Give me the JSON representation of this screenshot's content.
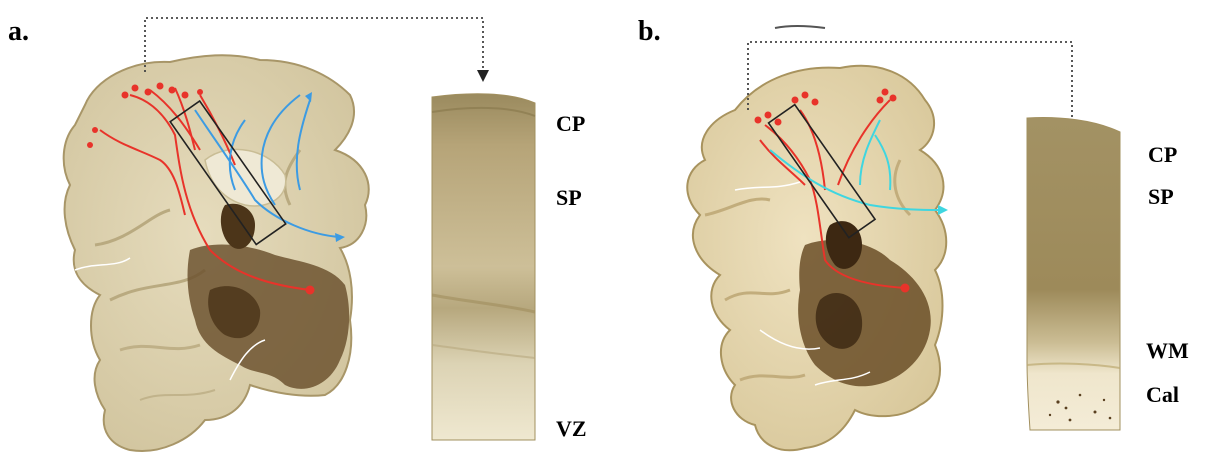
{
  "figure": {
    "panel_a": {
      "label": "a.",
      "strip_labels": [
        "CP",
        "SP",
        "VZ"
      ]
    },
    "panel_b": {
      "label": "b.",
      "strip_labels": [
        "CP",
        "SP",
        "WM",
        "Cal"
      ]
    }
  },
  "colors": {
    "tissue": "#d9ceaa",
    "tissue_edge": "#a89668",
    "strip": "#c8b98c",
    "dark_structure": "#5e4525",
    "callosal_axons_red": "#e8332a",
    "thalamic_axons_blue": "#3c9be3",
    "thalamic_axons_cyan": "#3fd6e0",
    "dotted_connector": "#555555"
  }
}
